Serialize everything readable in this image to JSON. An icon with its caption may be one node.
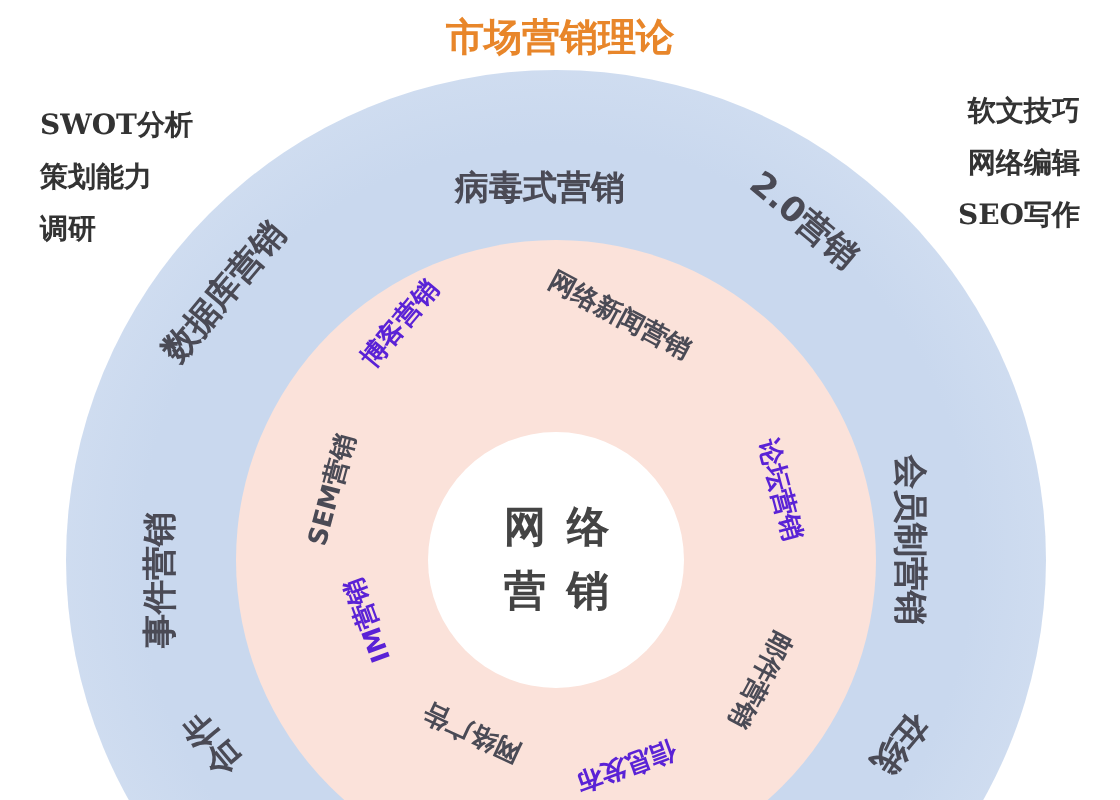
{
  "diagram": {
    "title": "市场营销理论",
    "nodes": [
      {
        "text": [
          "病毒式营销",
          "2.0营销",
          "会员制营销",
          "在线",
          "合作",
          "事件营销",
          "数据库营销"
        ]
      },
      {
        "text": [
          "博客营销",
          "网络新闻营销",
          "论坛营销",
          "邮件营销",
          "信息发布",
          "网络广告",
          "IM营销",
          "SEM营销"
        ],
        "in": 0
      },
      {
        "text": [
          "网络营销"
        ],
        "in": 1
      }
    ],
    "edges": [],
    "labels": [
      "SWOT分析",
      "策划能力",
      "调研",
      "软文技巧",
      "网络编辑",
      "SEO写作"
    ]
  }
}
